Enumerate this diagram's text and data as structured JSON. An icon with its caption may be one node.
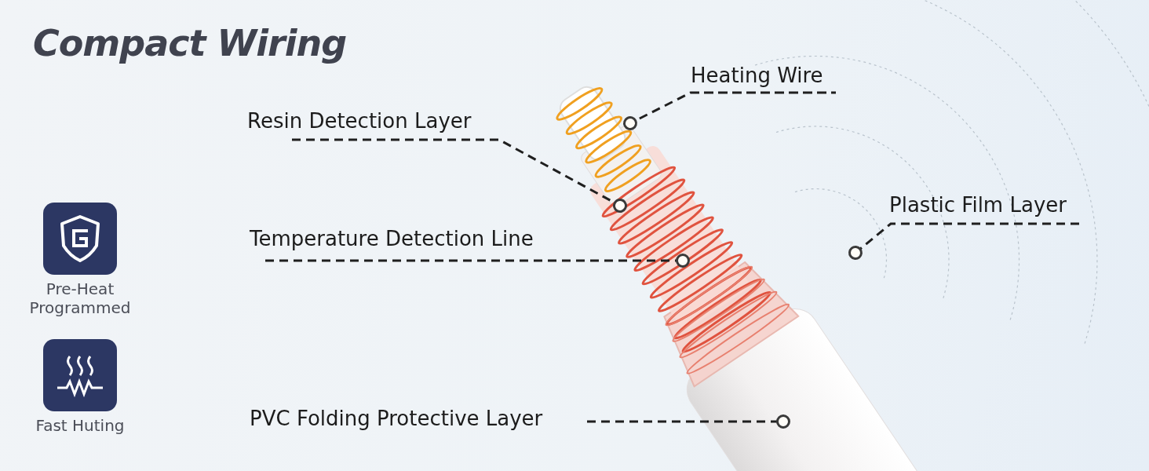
{
  "diagram": {
    "title": "Compact Wiring",
    "nodes": [
      {
        "text": [
          "Heating Wire"
        ]
      },
      {
        "text": [
          "Resin Detection Layer"
        ]
      },
      {
        "text": [
          "Temperature Detection Line"
        ]
      },
      {
        "text": [
          "Plastic Film Layer"
        ]
      },
      {
        "text": [
          "PVC Folding Protective Layer"
        ]
      }
    ],
    "edges": [
      {
        "from": 0,
        "to": null,
        "arrow": "other",
        "style": "dashed"
      },
      {
        "from": 1,
        "to": null,
        "arrow": "other",
        "style": "dashed"
      },
      {
        "from": 2,
        "to": null,
        "arrow": "other",
        "style": "dashed"
      },
      {
        "from": 3,
        "to": null,
        "arrow": "other",
        "style": "dashed"
      },
      {
        "from": 4,
        "to": null,
        "arrow": "other",
        "style": "dashed"
      }
    ],
    "labels": [
      "Pre-Heat Programmed",
      "Fast Huting"
    ]
  }
}
